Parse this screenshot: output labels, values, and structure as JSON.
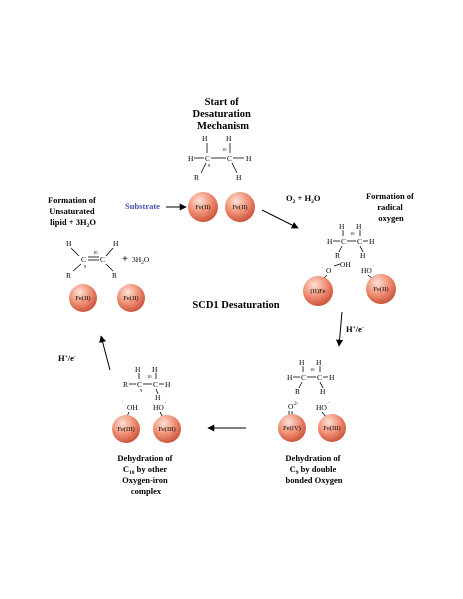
{
  "center_title": "SCD1 Desaturation",
  "start": {
    "title": [
      "Start of",
      "Desaturation",
      "Mechanism"
    ]
  },
  "arrow_labels": {
    "substrate": "Substrate",
    "o2": "O",
    "o2_sub": "2",
    "o2_rest": " + H",
    "o2_h2o_sub": "2",
    "o2_end": "O",
    "h1": "H",
    "h1_sup": "+",
    "h1_rest": "/e",
    "h1_sup2": "-",
    "h2": "H",
    "h2_sup": "+",
    "h2_rest": "/e",
    "h2_sup2": "-"
  },
  "radical": {
    "title": [
      "Formation of",
      "radical",
      "oxygen"
    ],
    "oh": "OH",
    "o": "O",
    "ho": "HO",
    "dot": "."
  },
  "double_bond": {
    "title": [
      "Dehydration of",
      "C",
      "9",
      " by double",
      "bonded Oxygen"
    ],
    "o": "O",
    "o_sup": "2-",
    "ho": "HO",
    "dot": "."
  },
  "other": {
    "title": [
      "Dehydration of",
      "C",
      "10",
      " by other",
      "Oxygen-iron",
      "complex"
    ],
    "oh": "OH",
    "ho": "HO",
    "dot": "."
  },
  "unsat": {
    "title": [
      "Formation of",
      "Unsaturated",
      "lipid + 3H",
      "2",
      "O"
    ],
    "plus": "+",
    "water": "3H",
    "water_sub": "2",
    "water_end": "O"
  },
  "atoms": {
    "H": "H",
    "C": "C",
    "R": "R",
    "n9": "9",
    "n10": "10"
  },
  "iron": {
    "fe2": "Fe(II)",
    "fe2_left": "(II)Fe",
    "fe3": "Fe(III)",
    "fe4": "Fe(IV)"
  },
  "colors": {
    "sphere_light": "#fde2d8",
    "sphere_mid": "#f08f74",
    "sphere_dark": "#c9533a",
    "substrate_label": "#4a4fb0"
  }
}
